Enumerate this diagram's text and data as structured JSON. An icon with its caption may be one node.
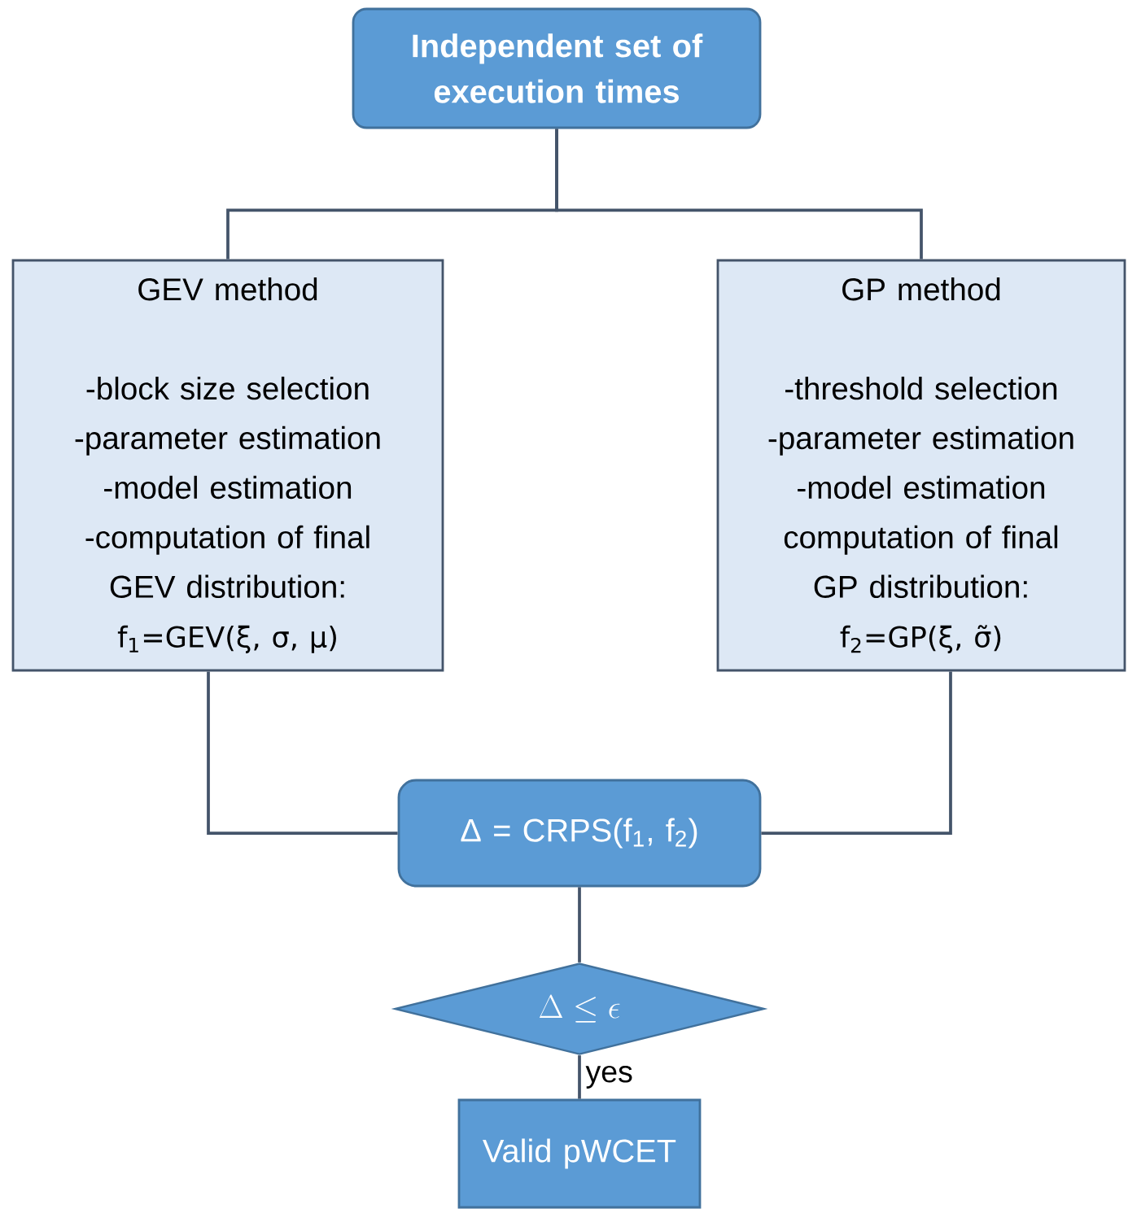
{
  "diagram": {
    "nodes": [
      {
        "text": [
          "Independent set of execution times"
        ]
      },
      {
        "text": [
          "GEV method",
          "-block size selection",
          "-parameter estimation",
          "-model estimation",
          "-computation of final GEV distribution:",
          "f$_{1}$=GEV(ξ, σ, μ)"
        ]
      },
      {
        "text": [
          "GP method",
          "-threshold selection",
          "-parameter estimation",
          "-model estimation",
          "computation of final GP distribution:",
          "f$_{2}$=GP(ξ, σ̃)"
        ]
      },
      {
        "text": [
          "Δ = CRPS(f$_{1}$, f$_{2}$)"
        ]
      },
      {
        "text": [
          "\\Delta \\leq \\epsilon"
        ]
      },
      {
        "text": [
          "Valid pWCET"
        ]
      }
    ],
    "edges": [
      {
        "from": 0,
        "to": 1,
        "arrow": "none"
      },
      {
        "from": 0,
        "to": 2,
        "arrow": "none"
      },
      {
        "from": 1,
        "to": 3,
        "arrow": "none"
      },
      {
        "from": 2,
        "to": 3,
        "arrow": "none"
      },
      {
        "from": 3,
        "to": 4,
        "arrow": "none"
      },
      {
        "from": 4,
        "to": 5,
        "arrow": "none",
        "label": "yes"
      }
    ]
  }
}
